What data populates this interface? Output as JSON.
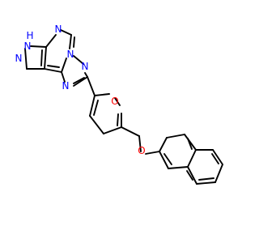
{
  "colors": {
    "bond": "#000000",
    "nitrogen": "#0000ff",
    "oxygen": "#ff0000",
    "background": "#ffffff"
  },
  "labels": {
    "nh": "H",
    "n_pyrazole_1": "N",
    "n_pyrazole_2": "N",
    "n_pyrimidine": "N",
    "n_triazole_bridge": "N",
    "n_triazole_2": "N",
    "n_triazole_3": "N",
    "o_furan": "O",
    "o_ether": "O"
  }
}
